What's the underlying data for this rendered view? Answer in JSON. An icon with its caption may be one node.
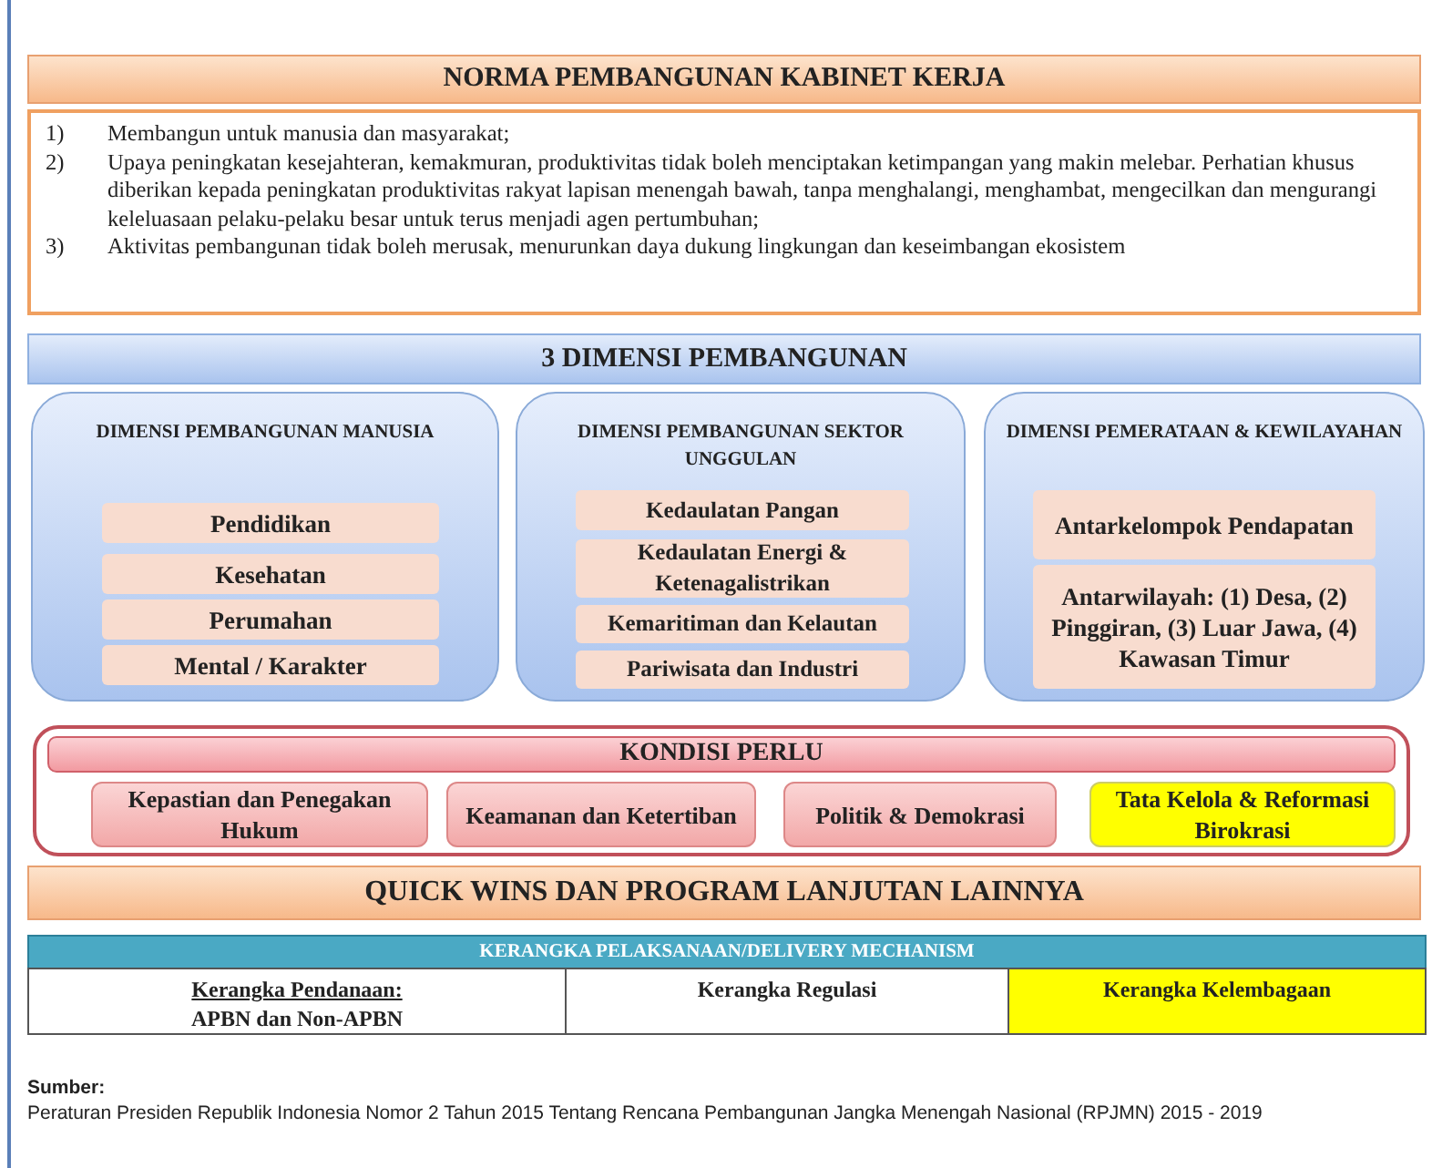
{
  "diagram": {
    "nodes": [
      {
        "text": [
          "NORMA PEMBANGUNAN KABINET KERJA"
        ]
      },
      {
        "text": [
          "1)",
          "Membangun untuk manusia dan masyarakat;",
          "2)",
          "Upaya peningkatan kesejahteran, kemakmuran, produktivitas tidak boleh menciptakan ketimpangan yang makin melebar. Perhatian khusus diberikan kepada peningkatan produktivitas rakyat lapisan menengah bawah, tanpa menghalangi, menghambat, mengecilkan dan mengurangi keleluasaan pelaku-pelaku besar untuk terus menjadi agen pertumbuhan;",
          "3)",
          "Aktivitas pembangunan tidak boleh merusak, menurunkan daya dukung lingkungan dan keseimbangan ekosistem"
        ]
      },
      {
        "text": [
          "3 DIMENSI PEMBANGUNAN"
        ]
      },
      {
        "text": [
          "DIMENSI PEMBANGUNAN MANUSIA"
        ]
      },
      {
        "text": [
          "Pendidikan"
        ],
        "in": 3
      },
      {
        "text": [
          "Kesehatan"
        ],
        "in": 3
      },
      {
        "text": [
          "Perumahan"
        ],
        "in": 3
      },
      {
        "text": [
          "Mental / Karakter"
        ],
        "in": 3
      },
      {
        "text": [
          "DIMENSI PEMBANGUNAN SEKTOR UNGGULAN"
        ]
      },
      {
        "text": [
          "Kedaulatan Pangan"
        ],
        "in": 8
      },
      {
        "text": [
          "Kedaulatan Energi & Ketenagalistrikan"
        ],
        "in": 8
      },
      {
        "text": [
          "Kemaritiman dan Kelautan"
        ],
        "in": 8
      },
      {
        "text": [
          "Pariwisata dan Industri"
        ],
        "in": 8
      },
      {
        "text": [
          "DIMENSI PEMERATAAN & KEWILAYAHAN"
        ]
      },
      {
        "text": [
          "Antarkelompok Pendapatan"
        ],
        "in": 13
      },
      {
        "text": [
          "Antarwilayah: (1) Desa, (2) Pinggiran, (3) Luar Jawa, (4) Kawasan Timur"
        ],
        "in": 13
      },
      {
        "text": [],
        "shape": "box"
      },
      {
        "text": [
          "KONDISI PERLU"
        ],
        "in": 16
      },
      {
        "text": [
          "Kepastian dan Penegakan Hukum"
        ],
        "in": 16
      },
      {
        "text": [
          "Keamanan dan Ketertiban"
        ],
        "in": 16
      },
      {
        "text": [
          "Politik & Demokrasi"
        ],
        "in": 16
      },
      {
        "text": [
          "Tata Kelola & Reformasi Birokrasi"
        ],
        "in": 16
      },
      {
        "text": [
          "QUICK WINS DAN PROGRAM LANJUTAN LAINNYA"
        ]
      },
      {
        "text": [
          "KERANGKA PELAKSANAAN/DELIVERY MECHANISM"
        ]
      },
      {
        "text": [
          "Kerangka Pendanaan:",
          "APBN dan Non-APBN"
        ]
      },
      {
        "text": [
          "Kerangka Regulasi"
        ]
      },
      {
        "text": [
          "Kerangka Kelembagaan"
        ]
      }
    ],
    "edges": [],
    "labels": [
      "Sumber:",
      "Peraturan Presiden Republik Indonesia Nomor 2 Tahun 2015 Tentang Rencana Pembangunan Jangka Menengah Nasional (RPJMN) 2015 - 2019"
    ]
  }
}
